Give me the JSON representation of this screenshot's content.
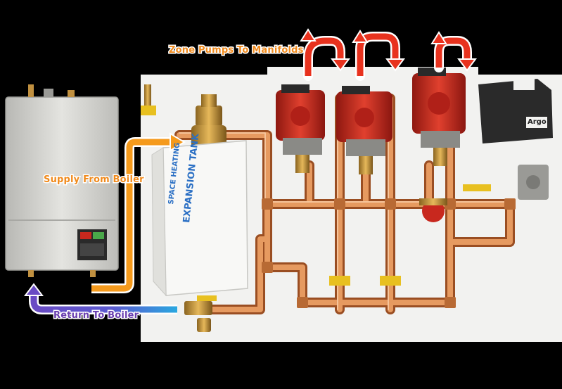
{
  "diagram": {
    "labels": {
      "zone_pumps": "Zone Pumps To Manifolds",
      "supply": "Supply From Boiler",
      "return": "Return To Boiler"
    },
    "tank": {
      "line1": "SPACE HEATING",
      "line2": "EXPANSION TANK"
    },
    "switch_box_brand": "Argo",
    "colors": {
      "zone_arrow": "#e8321e",
      "supply_arrow": "#f59a1c",
      "return_arrow": "#6a4bc4",
      "return_arrow_light": "#2aa8e0",
      "label_orange": "#f08a1c",
      "label_purple": "#6a3fb0",
      "copper": "#d98a4e",
      "pump_red": "#c8281e",
      "board": "#f2f2f0",
      "boiler": "#d9d9d6"
    }
  }
}
